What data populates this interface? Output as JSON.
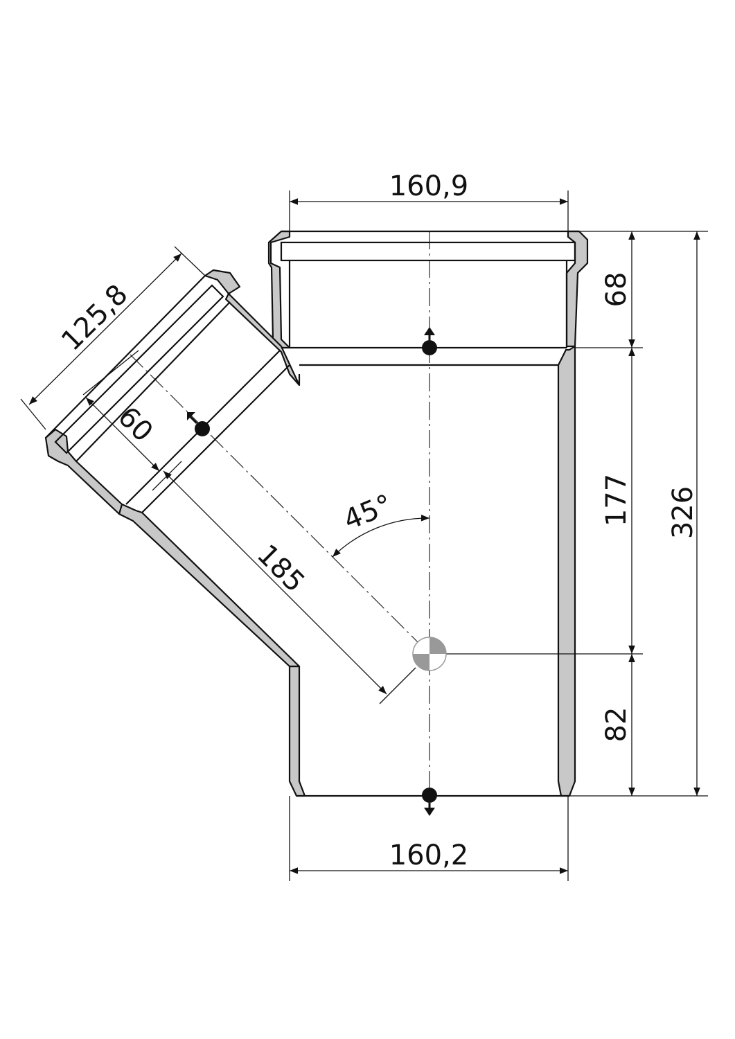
{
  "dimensions": {
    "top_width": "160,9",
    "bottom_width": "160,2",
    "socket_depth": "68",
    "upper_length": "177",
    "lower_length": "82",
    "overall_height": "326",
    "branch_diameter": "125,8",
    "branch_socket_depth": "60",
    "branch_length": "185",
    "branch_angle": "45°"
  },
  "colors": {
    "line": "#111111",
    "wall_fill": "#c8c8c8",
    "marker_fill": "#999999"
  }
}
